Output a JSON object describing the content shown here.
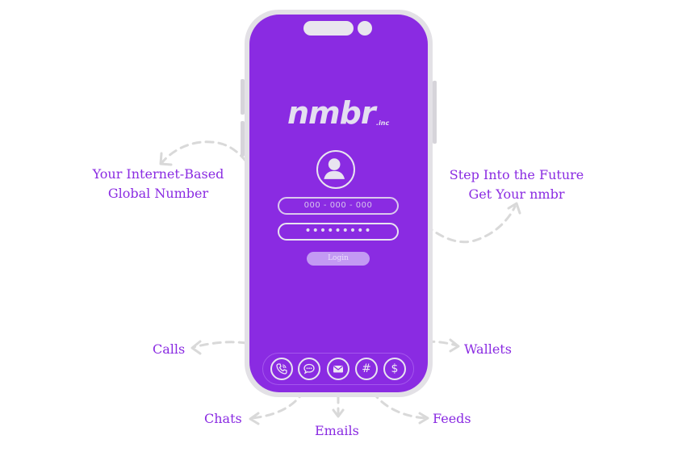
{
  "brand": {
    "logo": "nmbr",
    "logo_suffix": ".inc"
  },
  "login": {
    "phone_placeholder": "000 - 000 - 000",
    "password_mask": "•••••••••",
    "login_label": "Login"
  },
  "callouts": {
    "internet_line1": "Your Internet-Based",
    "internet_line2": "Global Number",
    "future_line1": "Step Into the Future",
    "future_line2": "Get Your nmbr",
    "calls": "Calls",
    "chats": "Chats",
    "emails": "Emails",
    "feeds": "Feeds",
    "wallets": "Wallets"
  },
  "dock": [
    {
      "icon": "phone-icon"
    },
    {
      "icon": "chat-bubble-icon"
    },
    {
      "icon": "envelope-icon"
    },
    {
      "icon": "hash-icon",
      "glyph": "#"
    },
    {
      "icon": "dollar-icon",
      "glyph": "$"
    }
  ],
  "colors": {
    "brand_purple": "#8a2be2",
    "frame": "#e3e1e6",
    "arrow": "#d9d9d9"
  }
}
